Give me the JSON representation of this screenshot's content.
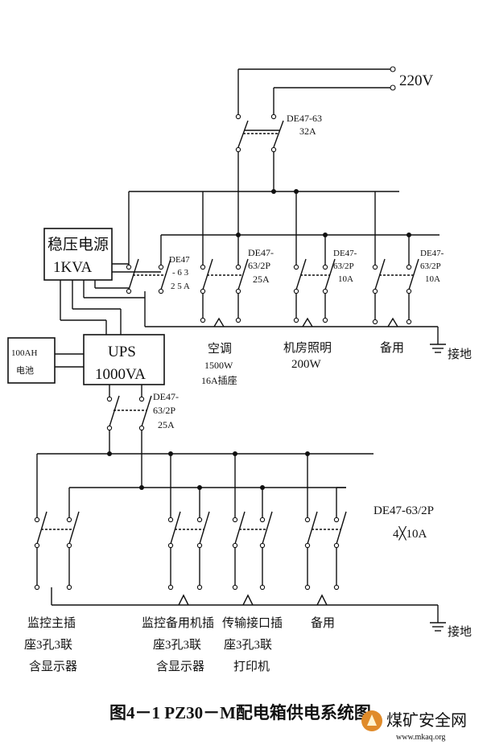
{
  "supply": {
    "voltage": "220V",
    "main_breaker": [
      "DE47-63",
      "32A"
    ]
  },
  "stabilizer": {
    "line1": "稳压电源",
    "line2": "1KVA"
  },
  "battery": {
    "line1": "100AH",
    "line2": "电池"
  },
  "ups": {
    "line1": "UPS",
    "line2": "1000VA"
  },
  "upper_breakers": {
    "b1": [
      "DE47",
      "- 6 3",
      "2 5 A"
    ],
    "b2": [
      "DE47-",
      "63/2P",
      "25A"
    ],
    "b3": [
      "DE47-",
      "63/2P",
      "10A"
    ],
    "b4": [
      "DE47-",
      "63/2P",
      "10A"
    ]
  },
  "upper_loads": {
    "ac": [
      "空调",
      "1500W",
      "16A插座"
    ],
    "lighting": [
      "机房照明",
      "200W"
    ],
    "spare": "备用"
  },
  "ground_label": "接地",
  "ups_breaker": [
    "DE47-",
    "63/2P",
    "25A"
  ],
  "lower_breaker_spec": [
    "DE47-63/2P",
    "4╳10A"
  ],
  "lower_loads": {
    "l1": [
      "监控主插",
      "座3孔3联",
      "含显示器"
    ],
    "l2": [
      "监控备用机插",
      "座3孔3联",
      "含显示器"
    ],
    "l3": [
      "传输接口插",
      "座3孔3联",
      "打印机"
    ],
    "l4": "备用"
  },
  "caption": "图4－1 PZ30－M配电箱供电系统图",
  "watermark": {
    "text": "煤矿安全网",
    "url": "www.mkaq.org"
  }
}
